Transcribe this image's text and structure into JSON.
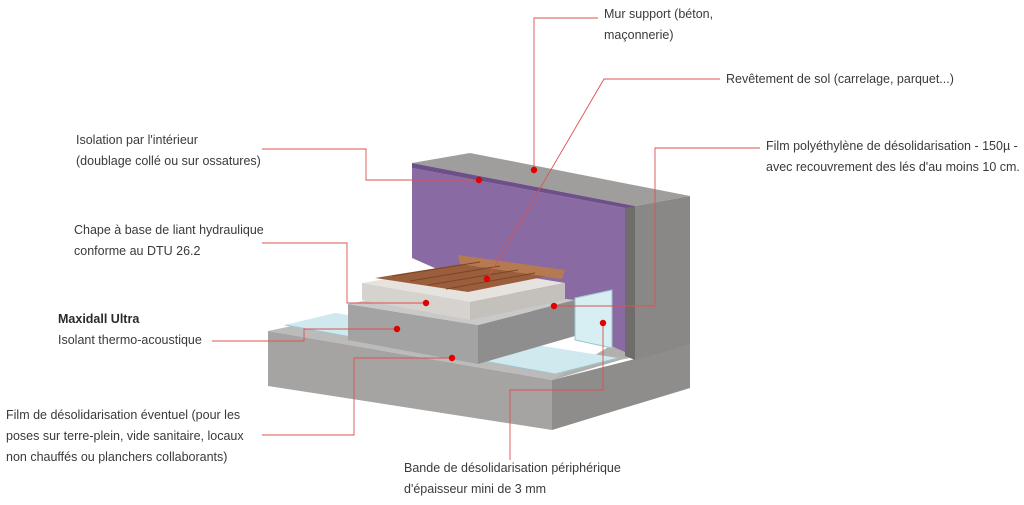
{
  "colors": {
    "leader": "#d9534f",
    "dot": "#e00000",
    "wall": "#8d8b8b",
    "insulation_wall": "#8a6aa3",
    "screed": "#d8d4d0",
    "wood": "#9b5e3d",
    "slab": "#a9a7a6",
    "film": "#cfe9ee",
    "acoustic": "#9a9a9a"
  },
  "labels": {
    "mur_support": {
      "line1": "Mur support (béton,",
      "line2": "maçonnerie)"
    },
    "revetement": {
      "line1": "Revêtement de sol (carrelage, parquet...)"
    },
    "film_polyethylene": {
      "line1": "Film polyéthylène de désolidarisation - 150µ -",
      "line2": "avec recouvrement des lés d'au moins 10 cm."
    },
    "isolation_interieur": {
      "line1": "Isolation par l'intérieur",
      "line2": "(doublage collé ou sur ossatures)"
    },
    "chape": {
      "line1": "Chape à base de liant hydraulique",
      "line2": "conforme au DTU 26.2"
    },
    "maxidall": {
      "title": "Maxidall Ultra",
      "line1": "Isolant thermo-acoustique"
    },
    "film_eventuel": {
      "line1": "Film de désolidarisation éventuel (pour les",
      "line2": "poses sur terre-plein, vide sanitaire, locaux",
      "line3": "non chauffés ou planchers collaborants)"
    },
    "bande": {
      "line1": "Bande de désolidarisation périphérique",
      "line2": "d'épaisseur mini de 3 mm"
    }
  }
}
